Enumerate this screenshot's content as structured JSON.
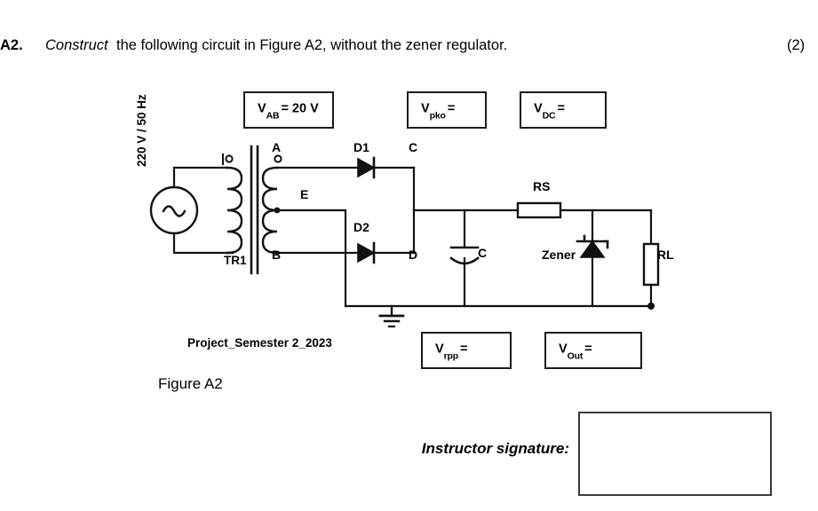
{
  "question": {
    "number": "A2.",
    "verb": "Construct",
    "text": "the following circuit in Figure A2, without the zener regulator.",
    "marks": "(2)"
  },
  "figure": {
    "caption": "Figure A2",
    "project_label": "Project_Semester 2_2023",
    "source_label": "220 V / 50 Hz",
    "transformer_label": "TR1",
    "nodes": {
      "a": "A",
      "b": "B",
      "e": "E",
      "c": "C",
      "d": "D"
    },
    "components": {
      "diode1": "D1",
      "diode2": "D2",
      "capacitor": "C",
      "series_resistor": "RS",
      "zener": "Zener",
      "load_resistor": "RL"
    },
    "icons": {
      "ac_source": "ac-source-icon",
      "transformer": "transformer-icon",
      "diode": "diode-icon",
      "capacitor": "polarized-capacitor-icon",
      "resistor": "resistor-icon",
      "zener": "zener-diode-icon",
      "ground": "ground-icon",
      "polarity_dot": "polarity-dot-icon",
      "junction_dot": "junction-dot-icon"
    }
  },
  "value_boxes": [
    {
      "name": "v-ab",
      "symbol": "V",
      "subscript": "AB",
      "equals": "= 20 V"
    },
    {
      "name": "v-pko",
      "symbol": "V",
      "subscript": "pko",
      "equals": "="
    },
    {
      "name": "v-dc",
      "symbol": "V",
      "subscript": "DC",
      "equals": "="
    },
    {
      "name": "v-rpp",
      "symbol": "V",
      "subscript": "rpp",
      "equals": "="
    },
    {
      "name": "v-out",
      "symbol": "V",
      "subscript": "Out",
      "equals": "="
    }
  ],
  "signature": {
    "label": "Instructor signature:",
    "value": ""
  },
  "colors": {
    "ink": "#000000",
    "box_border": "#1a1a1a",
    "signature_border": "#3a3a3a",
    "background": "#ffffff"
  }
}
